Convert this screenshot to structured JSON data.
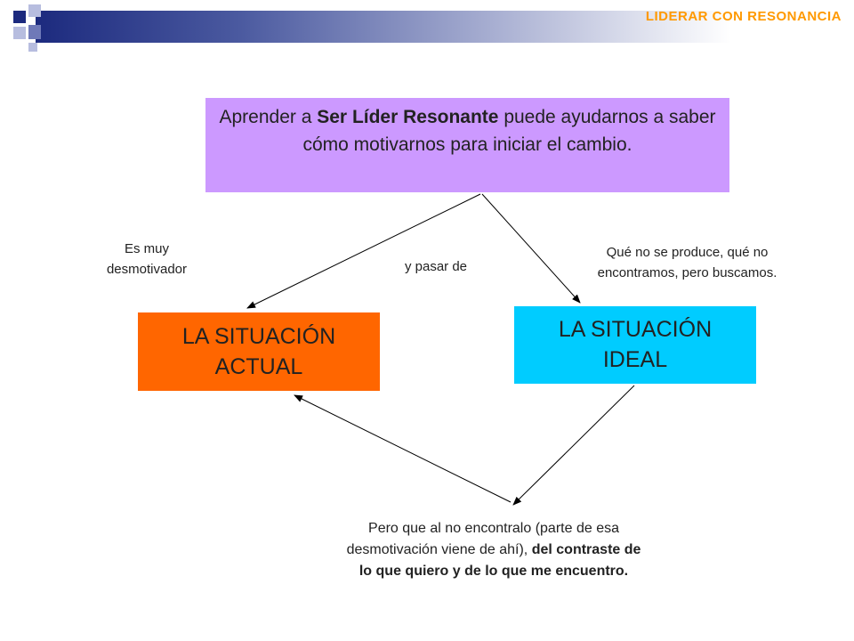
{
  "header": {
    "title": "LIDERAR CON RESONANCIA",
    "accent_color": "#ff9900",
    "bar_color": "#1c2a7e"
  },
  "top_box": {
    "text_before": "Aprender a ",
    "text_bold": "Ser Líder Resonante",
    "text_after": " puede ayudarnos a saber cómo motivarnos para iniciar el cambio.",
    "color": "#cc99ff"
  },
  "left_box": {
    "line1": "LA SITUACIÓN",
    "line2": "ACTUAL",
    "color": "#ff6600"
  },
  "right_box": {
    "line1": "LA SITUACIÓN",
    "line2": "IDEAL",
    "color": "#00ccff"
  },
  "labels": {
    "left_line1": "Es muy",
    "left_line2": "desmotivador",
    "middle": "y pasar de",
    "right_line1": "Qué no se produce, qué no",
    "right_line2": "encontramos, pero buscamos."
  },
  "bottom_text": {
    "line1": "Pero que al no encontralo (parte de esa",
    "line2_normal": "desmotivación viene  de ahí), ",
    "line2_bold": "del contraste de",
    "line3_bold": "lo  que quiero y de lo que me encuentro."
  }
}
